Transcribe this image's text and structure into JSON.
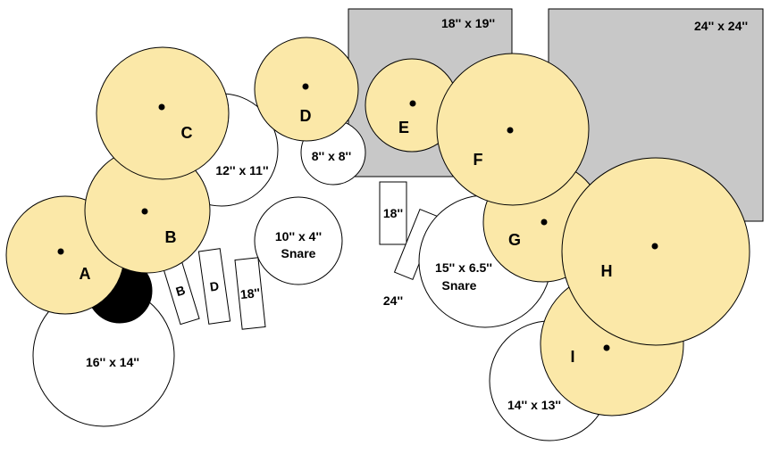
{
  "colors": {
    "cymbal_fill": "#fbe8a8",
    "drum_fill": "#ffffff",
    "case_fill": "#c8c8c8",
    "bass_pedal_fill": "#000000",
    "outline": "#000000"
  },
  "cases": [
    {
      "id": "case-18x19",
      "label": "18'' x 19''"
    },
    {
      "id": "case-24x24",
      "label": "24'' x 24''"
    }
  ],
  "drums": [
    {
      "id": "drum-16x14",
      "label": "16'' x 14''"
    },
    {
      "id": "drum-12x11",
      "label": "12'' x 11''"
    },
    {
      "id": "drum-8x8",
      "label": "8'' x 8''"
    },
    {
      "id": "drum-10x4-snare",
      "label_line1": "10'' x 4''",
      "label_line2": "Snare"
    },
    {
      "id": "drum-15x6-5-snare",
      "label_line1": "15'' x 6.5''",
      "label_line2": "Snare"
    },
    {
      "id": "drum-14x13",
      "label": "14'' x 13''"
    }
  ],
  "cymbals": [
    {
      "id": "A",
      "label": "A"
    },
    {
      "id": "B",
      "label": "B"
    },
    {
      "id": "C",
      "label": "C"
    },
    {
      "id": "D",
      "label": "D"
    },
    {
      "id": "E",
      "label": "E"
    },
    {
      "id": "F",
      "label": "F"
    },
    {
      "id": "G",
      "label": "G"
    },
    {
      "id": "H",
      "label": "H"
    },
    {
      "id": "I",
      "label": "I"
    }
  ],
  "pedals": [
    {
      "id": "pedal-b",
      "label": "B"
    },
    {
      "id": "pedal-d",
      "label": "D"
    },
    {
      "id": "pedal-18-left",
      "label": "18''"
    },
    {
      "id": "pedal-18-right",
      "label": "18''"
    },
    {
      "id": "pedal-24",
      "label": "24''"
    }
  ]
}
